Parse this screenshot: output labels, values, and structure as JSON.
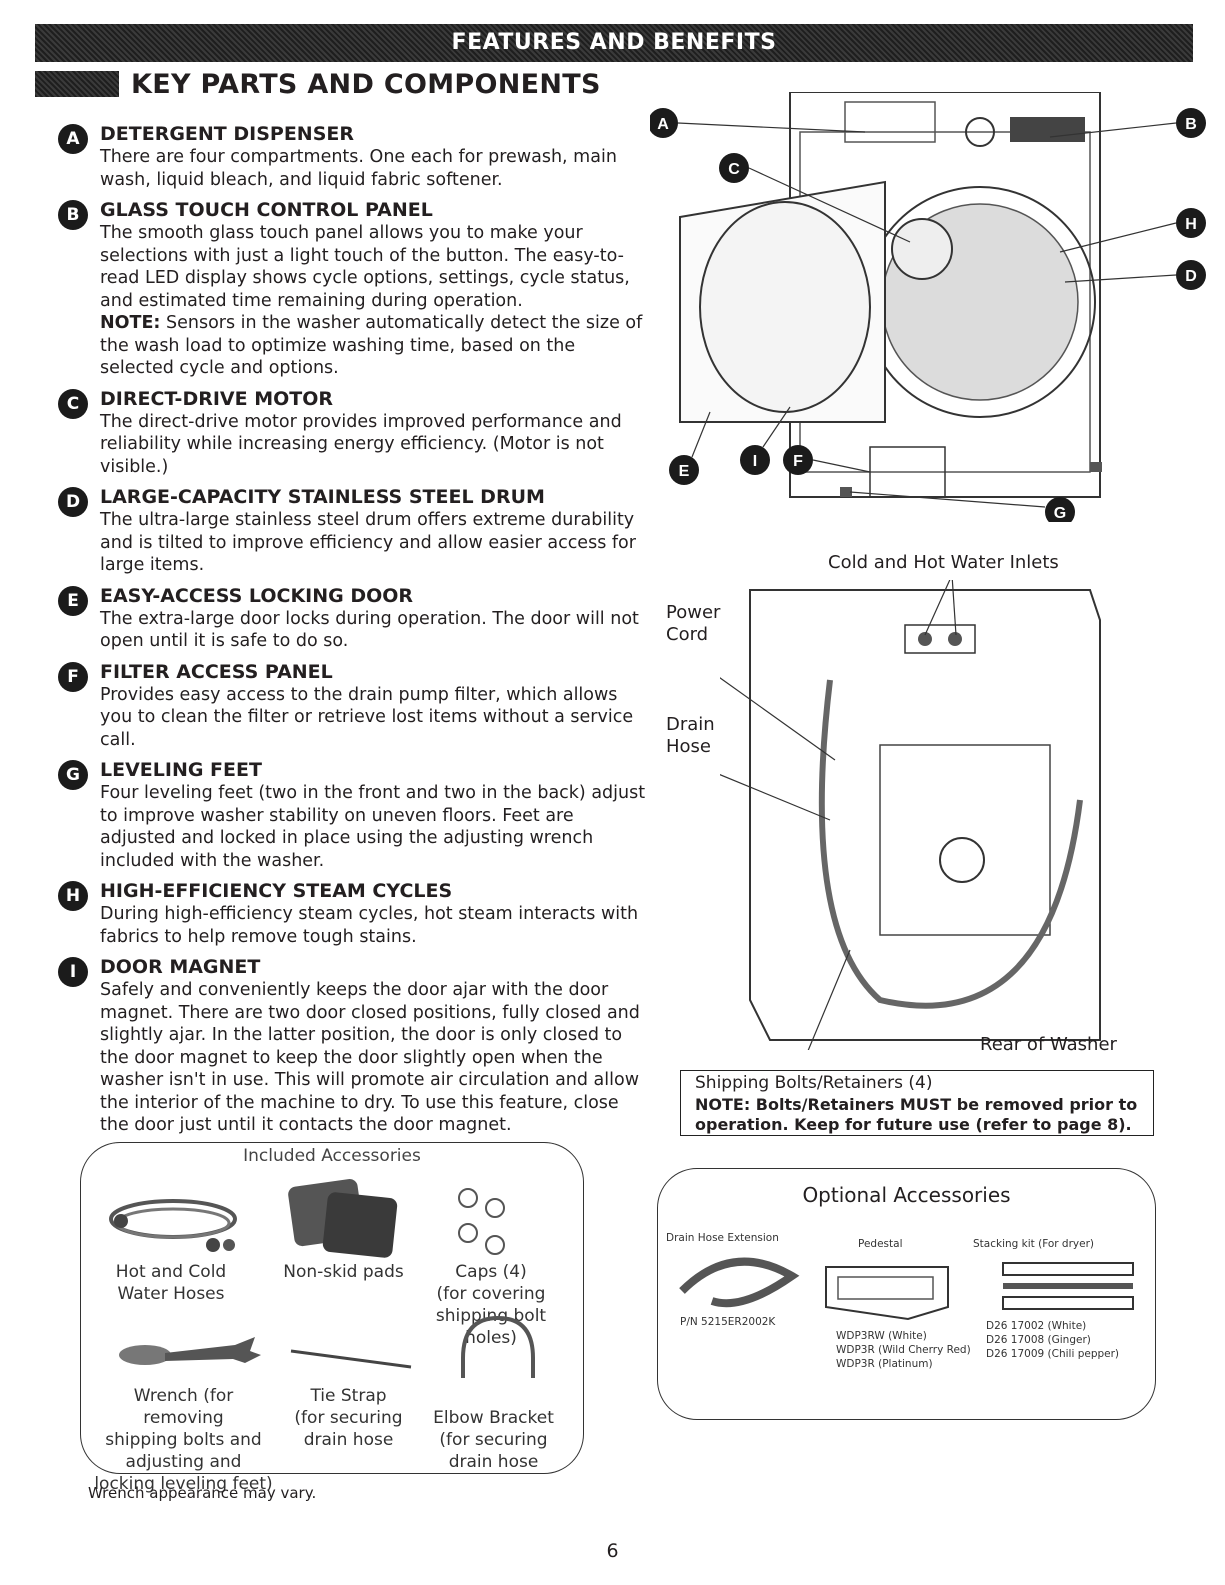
{
  "header": {
    "banner": "FEATURES AND BENEFITS",
    "section_title": "KEY PARTS AND COMPONENTS"
  },
  "parts": [
    {
      "badge": "A",
      "title": "DETERGENT DISPENSER",
      "text": "There are four compartments. One each for prewash, main wash, liquid bleach, and liquid fabric softener."
    },
    {
      "badge": "B",
      "title": "GLASS TOUCH CONTROL PANEL",
      "text": "The smooth glass touch panel allows you to make your selections with just a light touch of the button. The easy-to-read LED display shows cycle options, settings, cycle status, and estimated time remaining during operation.",
      "note_label": "NOTE:",
      "note_text": " Sensors in the washer automatically detect the size of the wash load to optimize washing time, based on the selected cycle and options."
    },
    {
      "badge": "C",
      "title": "DIRECT-DRIVE MOTOR",
      "text": "The direct-drive motor provides improved performance and reliability while increasing energy efficiency. (Motor is not visible.)"
    },
    {
      "badge": "D",
      "title": "LARGE-CAPACITY STAINLESS STEEL DRUM",
      "text": "The ultra-large stainless steel drum offers extreme durability and is tilted to improve efficiency and allow easier access for large items."
    },
    {
      "badge": "E",
      "title": "EASY-ACCESS LOCKING DOOR",
      "text": "The extra-large door locks during operation. The door will not open until it is safe to do so."
    },
    {
      "badge": "F",
      "title": "FILTER ACCESS PANEL",
      "text": "Provides easy access to the drain pump filter, which allows you to clean the filter or retrieve lost items without a service call."
    },
    {
      "badge": "G",
      "title": "LEVELING FEET",
      "text": "Four leveling feet (two in the front and two in the back) adjust to improve washer stability on uneven floors. Feet are adjusted and locked in place using the adjusting wrench included with the washer."
    },
    {
      "badge": "H",
      "title": "HIGH-EFFICIENCY STEAM CYCLES",
      "text": "During high-efficiency steam cycles, hot steam interacts with fabrics to help remove tough stains."
    },
    {
      "badge": "I",
      "title": "DOOR MAGNET",
      "text": "Safely and conveniently keeps the door ajar with the door magnet. There are two door closed positions, fully closed and slightly ajar. In the latter position, the door is only closed to the door magnet to keep the door slightly open when the washer isn't in use. This will promote air circulation and allow the interior of the machine to dry. To use this feature, close the door just until it contacts the door magnet."
    }
  ],
  "included": {
    "title": "Included Accessories",
    "hoses": "Hot and Cold\nWater Hoses",
    "pads": "Non-skid pads",
    "caps": "Caps (4)\n(for covering\nshipping bolt holes)",
    "wrench": "Wrench (for removing\nshipping bolts and\nadjusting and\nlocking leveling feet)",
    "tie": "Tie Strap\n(for securing\ndrain hose",
    "elbow": "Elbow Bracket\n(for securing\ndrain hose",
    "note": "Wrench appearance may vary."
  },
  "front_labels": [
    "A",
    "B",
    "C",
    "H",
    "D",
    "E",
    "I",
    "F",
    "G"
  ],
  "rear": {
    "inlets": "Cold and Hot Water Inlets",
    "power": "Power\nCord",
    "drain": "Drain\nHose",
    "rear_of": "Rear of Washer",
    "ship_title": "Shipping Bolts/Retainers (4)",
    "ship_note": "NOTE: Bolts/Retainers MUST be removed prior to operation. Keep for future use (refer to page 8)."
  },
  "optional": {
    "title": "Optional Accessories",
    "drain_ext": "Drain Hose Extension",
    "drain_pn": "P/N 5215ER2002K",
    "pedestal": "Pedestal",
    "pedestal_models": "WDP3RW (White)\nWDP3R (Wild Cherry Red)\nWDP3R (Platinum)",
    "stacking": "Stacking kit (For dryer)",
    "stacking_models": "D26 17002 (White)\nD26 17008 (Ginger)\nD26 17009 (Chili pepper)"
  },
  "page": "6"
}
